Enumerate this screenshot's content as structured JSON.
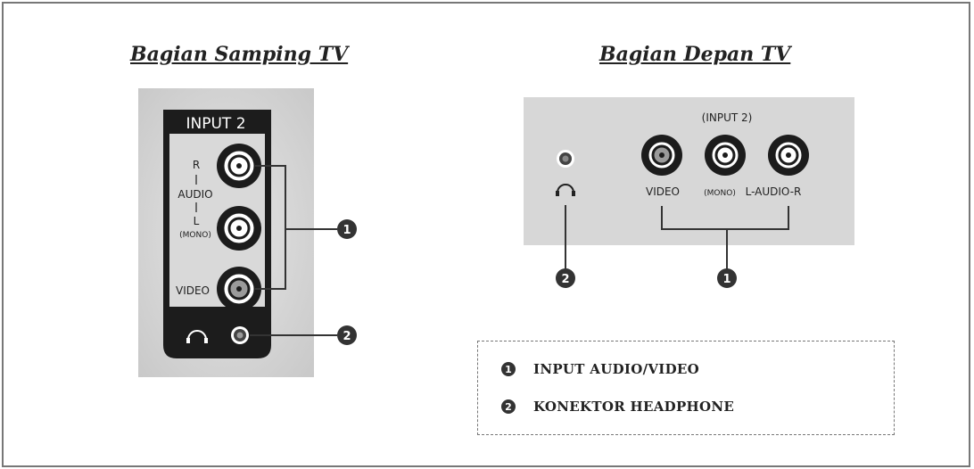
{
  "headings": {
    "side": "Bagian Samping TV",
    "front": "Bagian Depan TV"
  },
  "side_panel": {
    "input_label": "INPUT 2",
    "r_label": "R",
    "audio_label": "AUDIO",
    "l_label": "L",
    "mono_label": "(MONO)",
    "video_label": "VIDEO"
  },
  "front_panel": {
    "input_label": "(INPUT 2)",
    "video_label": "VIDEO",
    "mono_label": "(MONO)",
    "audio_label": "L-AUDIO-R"
  },
  "callouts": {
    "one": "1",
    "two": "2"
  },
  "legend": [
    {
      "num": "1",
      "text": "INPUT AUDIO/VIDEO"
    },
    {
      "num": "2",
      "text": "KONEKTOR HEADPHONE"
    }
  ],
  "colors": {
    "panel": "#d8d8d8",
    "dark": "#1c1c1c",
    "line": "#333333",
    "frame": "#777777"
  }
}
